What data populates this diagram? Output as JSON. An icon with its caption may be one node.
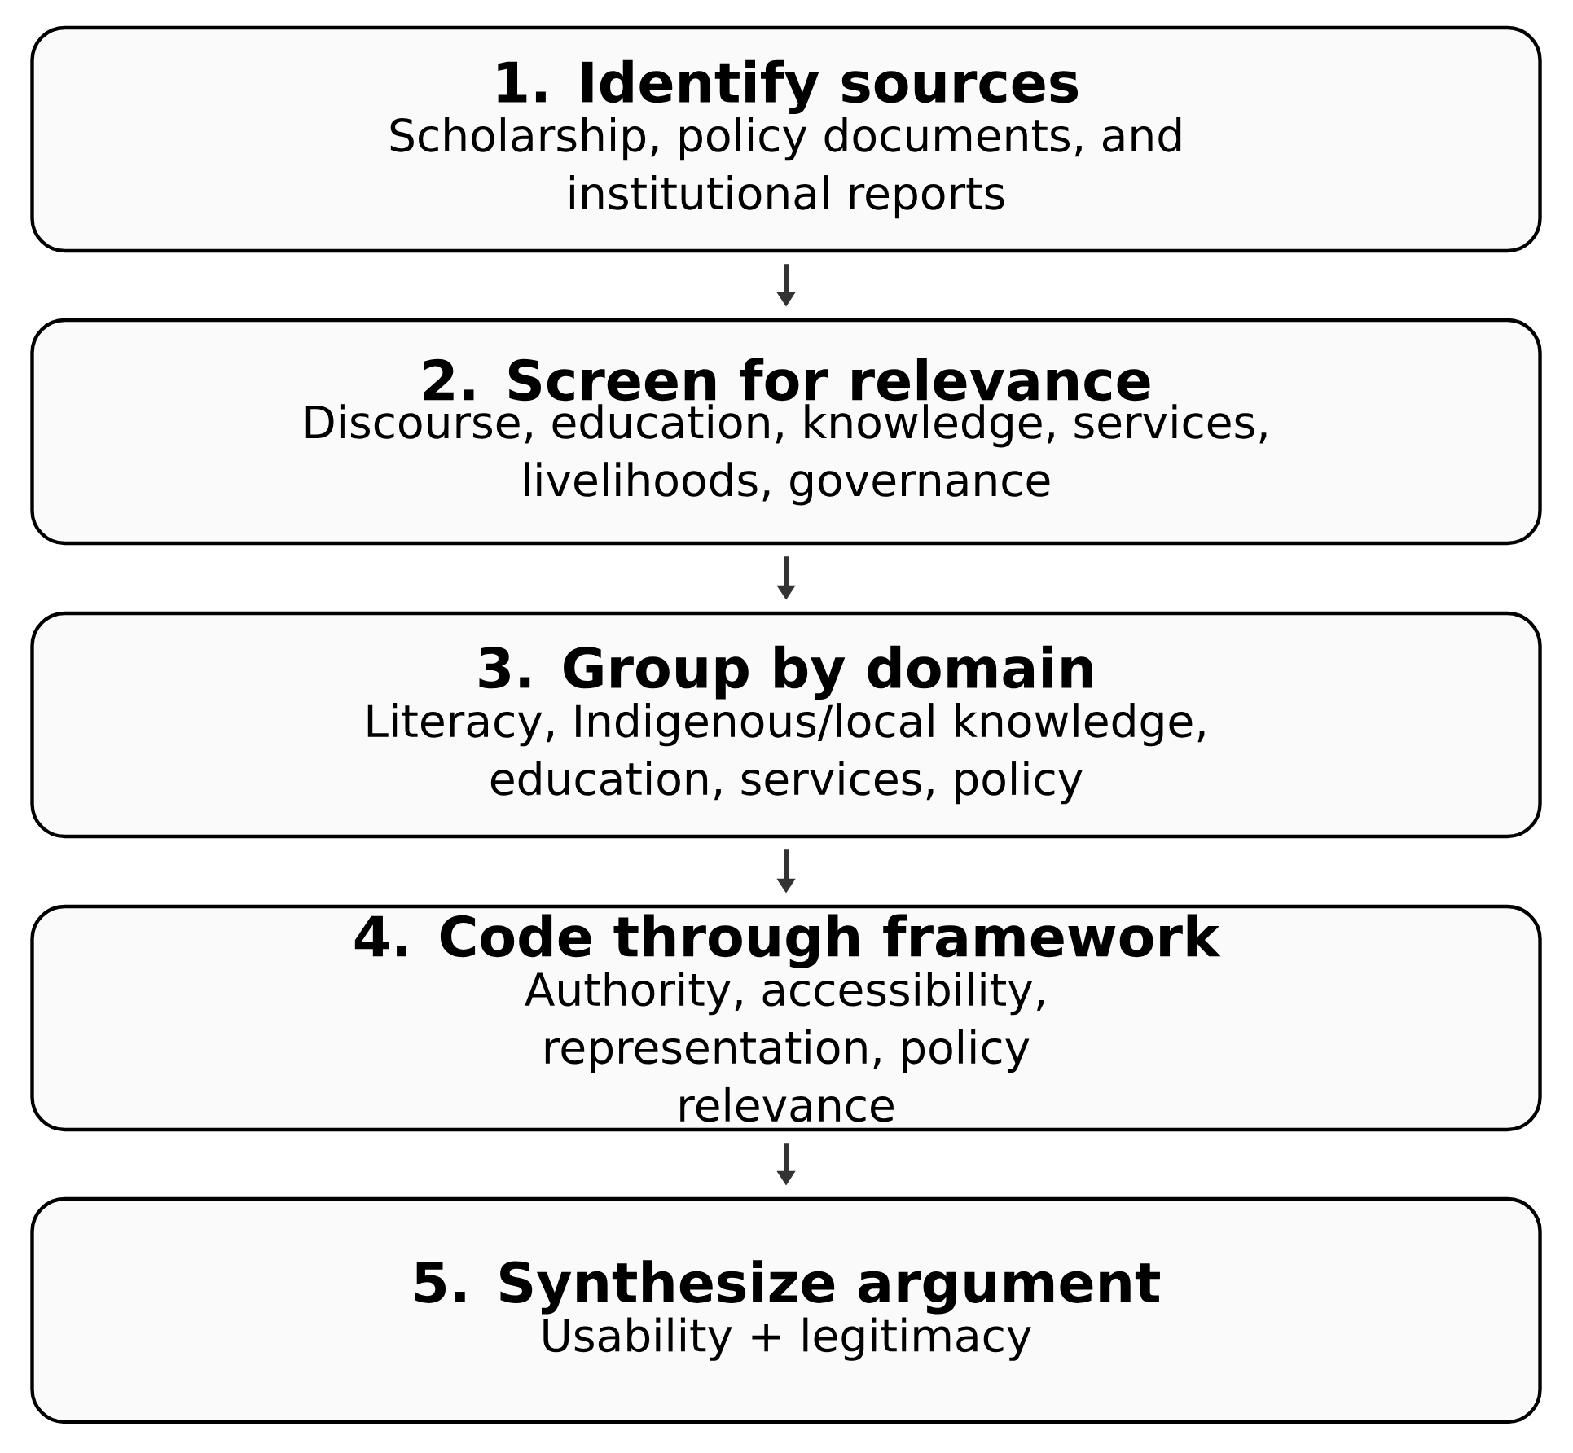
{
  "diagram": {
    "nodes": [
      {
        "text": [
          "1. Identify sources",
          "Scholarship, policy documents, and institutional reports"
        ]
      },
      {
        "text": [
          "2. Screen for relevance",
          "Discourse, education, knowledge, services, livelihoods, governance"
        ]
      },
      {
        "text": [
          "3. Group by domain",
          "Literacy, Indigenous/local knowledge, education, services, policy"
        ]
      },
      {
        "text": [
          "4. Code through framework",
          "Authority, accessibility, representation, policy relevance"
        ]
      },
      {
        "text": [
          "5. Synthesize argument",
          "Usability + legitimacy"
        ]
      }
    ],
    "edges": [
      {
        "from": 0,
        "to": 1,
        "arrow": "to"
      },
      {
        "from": 1,
        "to": 2,
        "arrow": "to"
      },
      {
        "from": 2,
        "to": 3,
        "arrow": "to"
      },
      {
        "from": 3,
        "to": 4,
        "arrow": "to"
      }
    ]
  }
}
